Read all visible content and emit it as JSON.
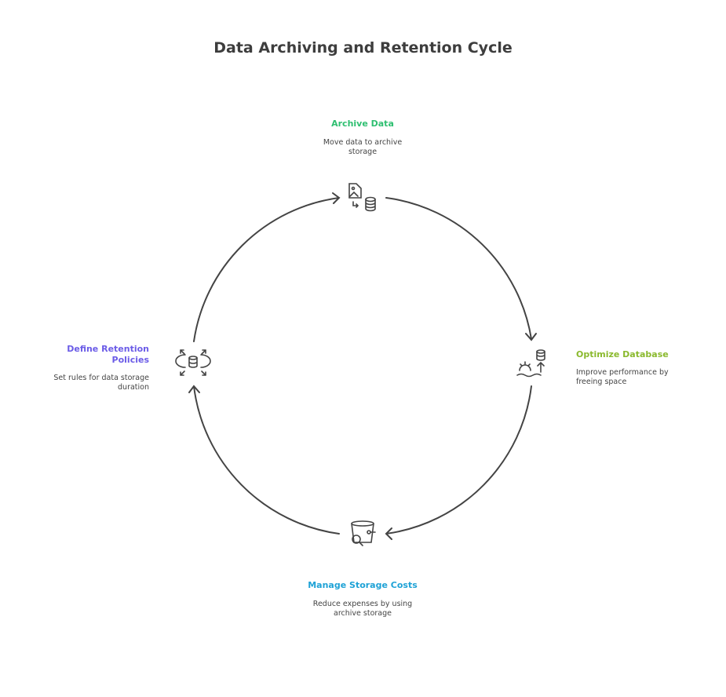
{
  "title": "Data Archiving and Retention Cycle",
  "colors": {
    "archive": "#2fbf71",
    "optimize": "#8ab92d",
    "manage": "#1ea2d6",
    "define": "#6b5ce7",
    "line": "#444444"
  },
  "steps": [
    {
      "title": "Archive Data",
      "desc": "Move data to archive storage",
      "icon": "image-to-database-icon"
    },
    {
      "title": "Optimize Database",
      "desc": "Improve performance by freeing space",
      "icon": "gear-database-up-icon"
    },
    {
      "title": "Manage Storage Costs",
      "desc": "Reduce expenses by using archive storage",
      "icon": "bucket-search-icon"
    },
    {
      "title": "Define Retention Policies",
      "desc": "Set rules for data storage duration",
      "icon": "database-expand-icon"
    }
  ]
}
